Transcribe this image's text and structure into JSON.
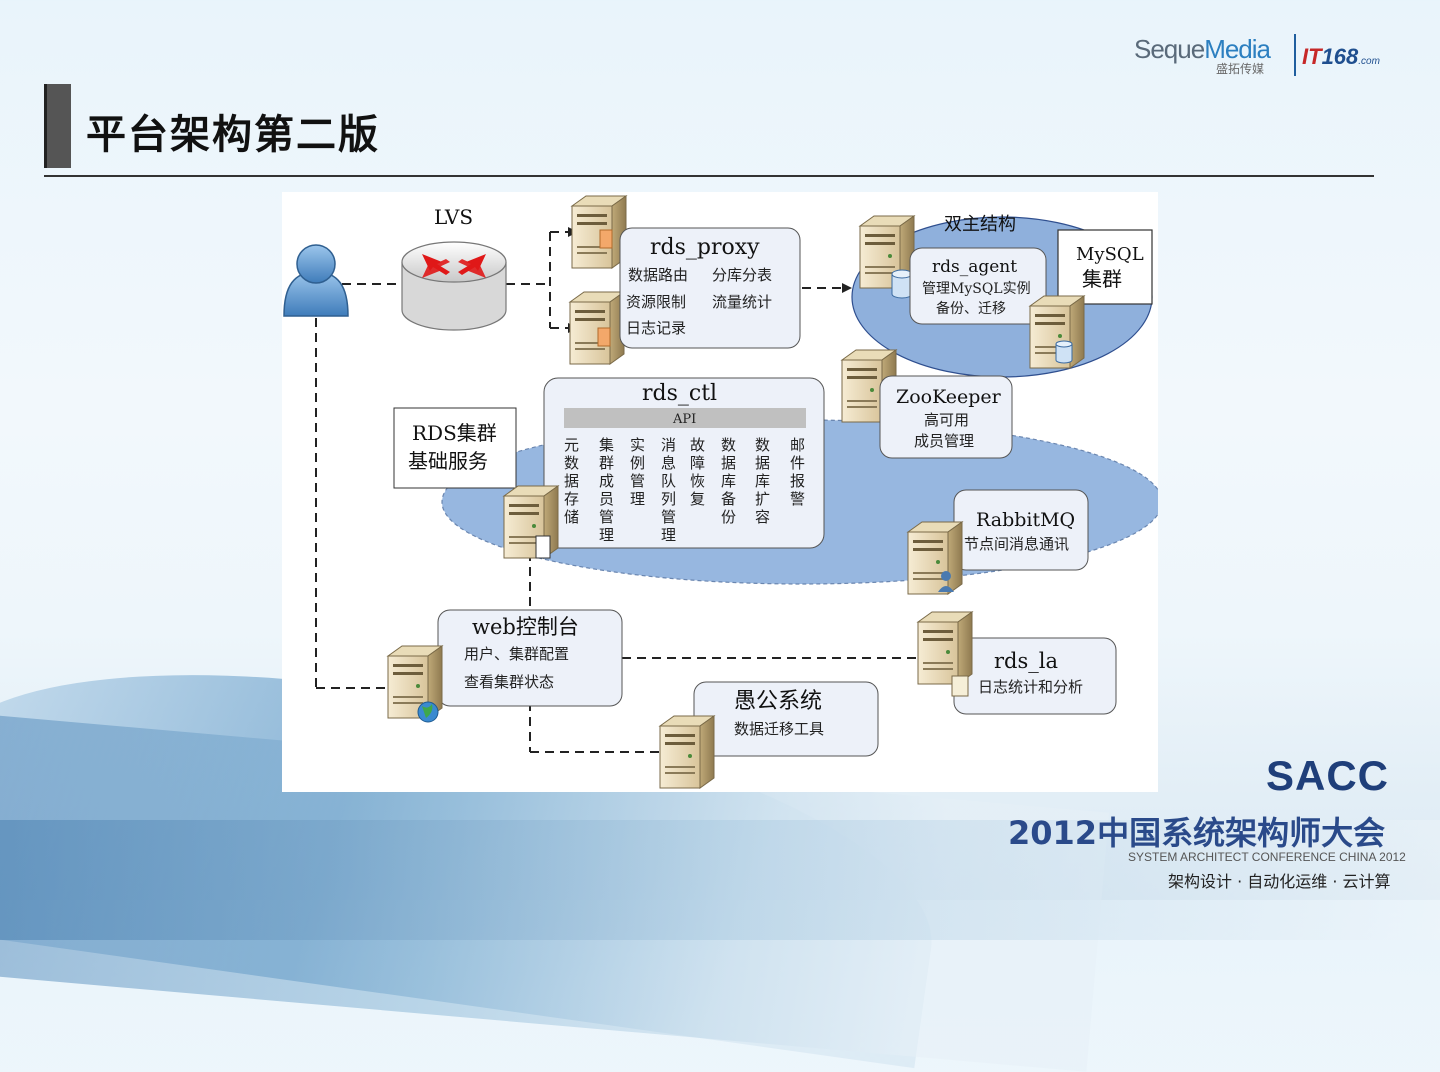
{
  "slide": {
    "title": "平台架构第二版",
    "brand": {
      "seque": "Seque",
      "media": "Media",
      "seque_sub": "盛拓传媒",
      "it": "IT",
      "it_num": "168",
      "it_com": ".com"
    },
    "footer": {
      "logo": "SACC",
      "conference": "2012中国系统架构师大会",
      "conference_en": "SYSTEM ARCHITECT CONFERENCE CHINA 2012",
      "tagline": "架构设计 · 自动化运维 · 云计算"
    }
  },
  "diagram": {
    "lvs": "LVS",
    "proxy": {
      "title": "rds_proxy",
      "features": [
        "数据路由",
        "分库分表",
        "资源限制",
        "流量统计",
        "日志记录"
      ]
    },
    "dual": {
      "label": "双主结构",
      "mysql": [
        "MySQL",
        "集群"
      ]
    },
    "agent": {
      "title": "rds_agent",
      "lines": [
        "管理MySQL实例",
        "备份、迁移"
      ]
    },
    "cluster_label": [
      "RDS集群",
      "基础服务"
    ],
    "ctl": {
      "title": "rds_ctl",
      "api": "API",
      "columns": [
        "元数据存储",
        "集群成员管理",
        "实例管理",
        "消息队列管理",
        "故障恢复",
        "数据库备份",
        "数据库扩容",
        "邮件报警"
      ]
    },
    "zookeeper": {
      "title": "ZooKeeper",
      "lines": [
        "高可用",
        "成员管理"
      ]
    },
    "rabbitmq": {
      "title": "RabbitMQ",
      "line": "节点间消息通讯"
    },
    "web": {
      "title": "web控制台",
      "lines": [
        "用户、集群配置",
        "查看集群状态"
      ]
    },
    "rds_la": {
      "title": "rds_la",
      "line": "日志统计和分析"
    },
    "yugong": {
      "title": "愚公系统",
      "line": "数据迁移工具"
    }
  }
}
